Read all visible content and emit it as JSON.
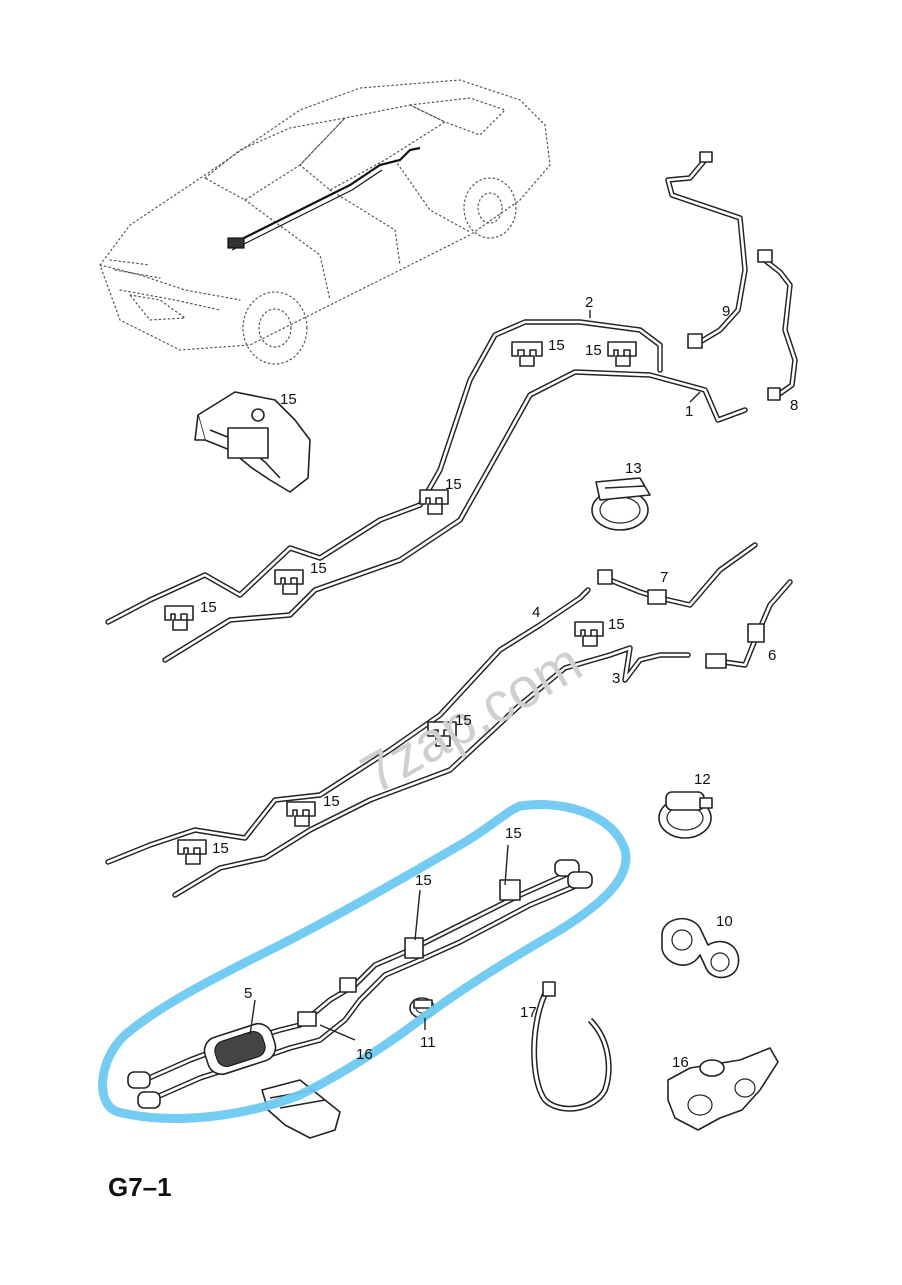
{
  "diagram": {
    "code": "G7–1",
    "watermark": "7zap.com",
    "highlight_color": "#6ec9f2",
    "labels": {
      "p1": "1",
      "p2": "2",
      "p3": "3",
      "p4": "4",
      "p5": "5",
      "p6": "6",
      "p7": "7",
      "p8": "8",
      "p9": "9",
      "p10": "10",
      "p11": "11",
      "p12": "12",
      "p13": "13",
      "p15": "15",
      "p16": "16",
      "p17": "17"
    }
  }
}
